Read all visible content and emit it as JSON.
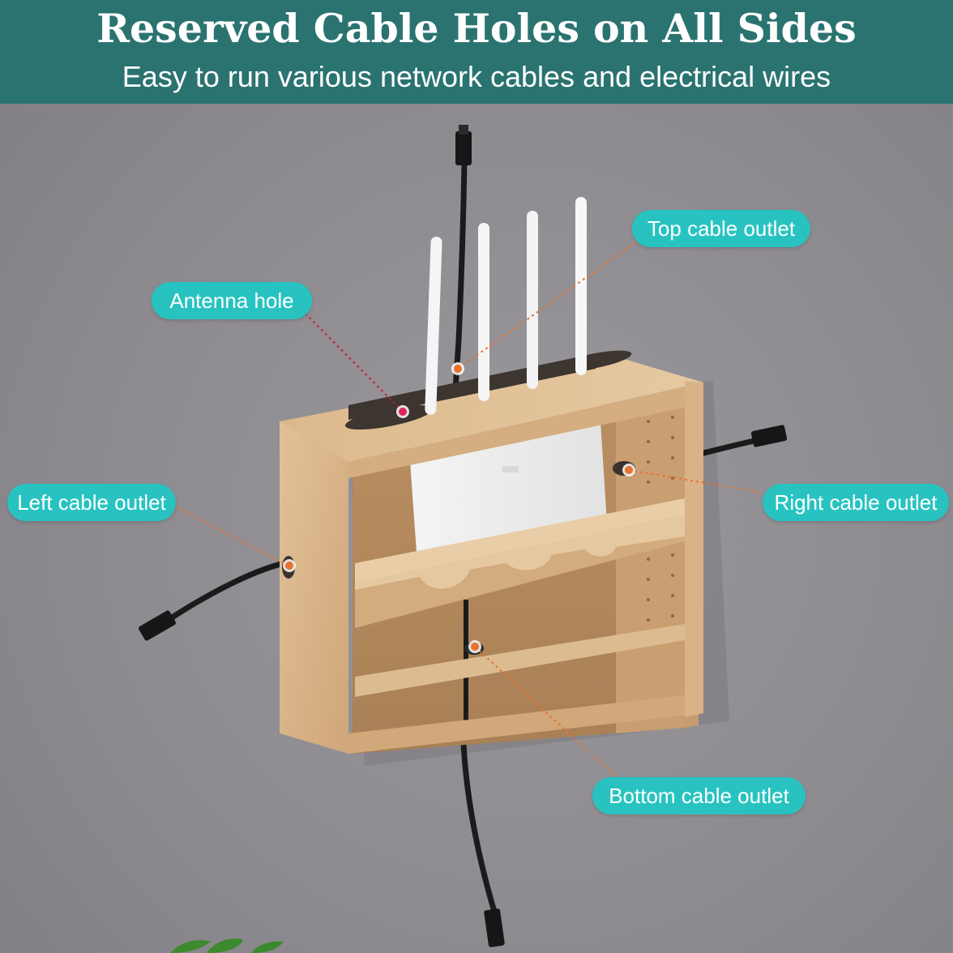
{
  "banner": {
    "title": "Reserved Cable Holes on All Sides",
    "subtitle": "Easy to run various network cables and electrical wires",
    "color": "#2a7370"
  },
  "callouts": {
    "top": "Top cable outlet",
    "antenna": "Antenna hole",
    "left": "Left cable outlet",
    "right": "Right cable outlet",
    "bottom": "Bottom cable outlet"
  },
  "colors": {
    "callout_bg": "#28c3c0",
    "callout_text": "#ffffff",
    "marker": "#e8722c",
    "antenna_marker": "#e0245e",
    "wall": "#8f8d92",
    "wood": "#d9b48a"
  }
}
